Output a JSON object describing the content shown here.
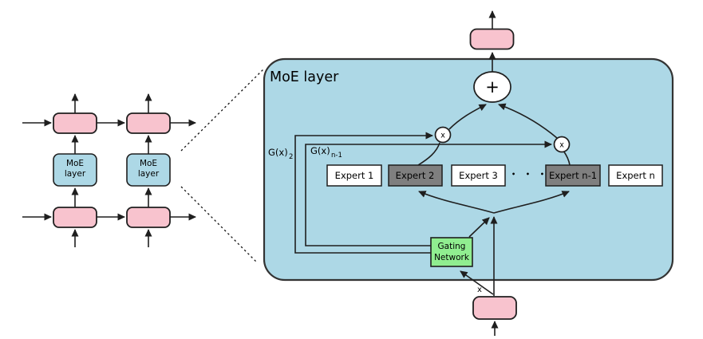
{
  "colors": {
    "pink": "#f8c3ce",
    "blue": "#add8e6",
    "green": "#90ee90",
    "gray": "#7f7f7f",
    "white": "#ffffff",
    "line": "#1f1f1f"
  },
  "left_diagram": {
    "moe_box": {
      "line1": "MoE",
      "line2": "layer"
    }
  },
  "moe_detail": {
    "title": "MoE layer",
    "gx2": {
      "main": "G(x)",
      "sub": "2"
    },
    "gxn1": {
      "main": "G(x)",
      "sub": "n-1"
    },
    "experts": [
      {
        "label": "Expert 1",
        "color": "#ffffff"
      },
      {
        "label": "Expert 2",
        "color": "#7f7f7f"
      },
      {
        "label": "Expert 3",
        "color": "#ffffff"
      },
      {
        "label": "Expert n-1",
        "color": "#7f7f7f"
      },
      {
        "label": "Expert n",
        "color": "#ffffff"
      }
    ],
    "dots": "• • •",
    "gating": {
      "line1": "Gating",
      "line2": "Network"
    },
    "sum": "+",
    "mult": "x",
    "input_label": "x"
  }
}
